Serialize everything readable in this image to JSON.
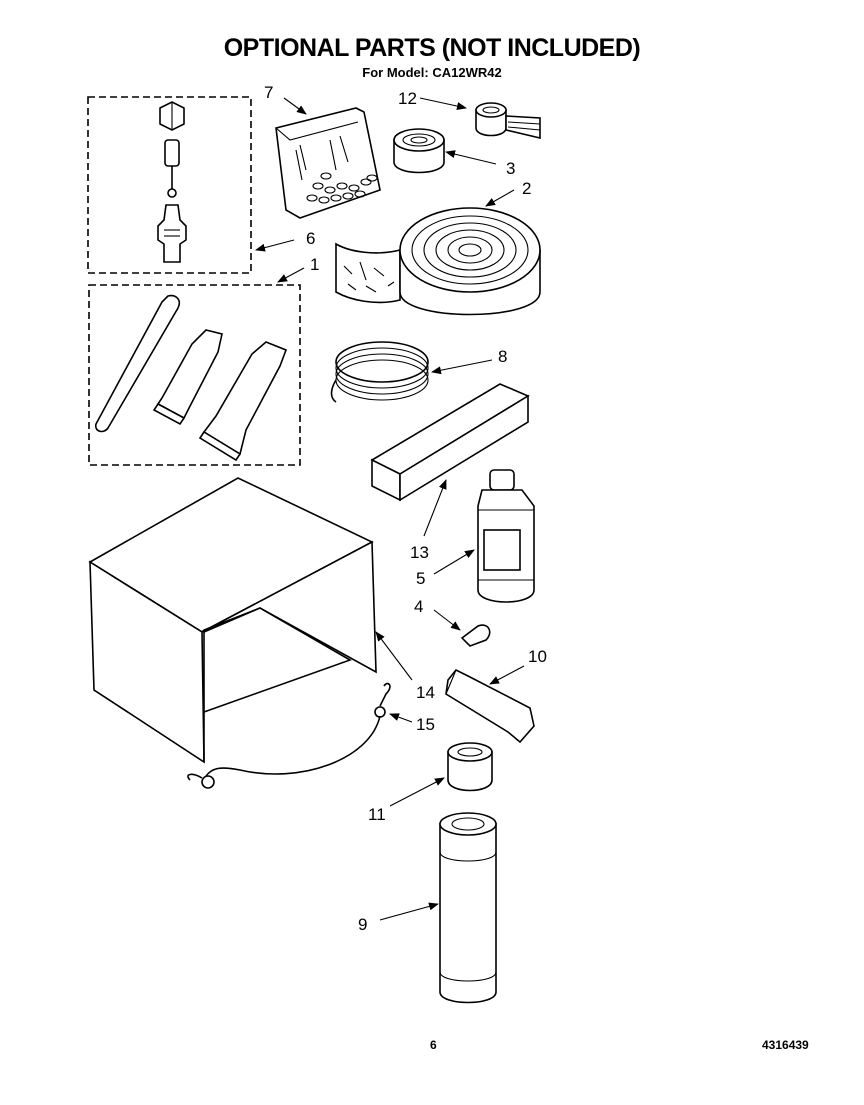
{
  "header": {
    "title": "OPTIONAL PARTS (NOT INCLUDED)",
    "subtitle": "For Model: CA12WR42"
  },
  "callouts": [
    "1",
    "2",
    "3",
    "4",
    "5",
    "6",
    "7",
    "8",
    "9",
    "10",
    "11",
    "12",
    "13",
    "14",
    "15"
  ],
  "footer": {
    "page_number": "6",
    "document_number": "4316439"
  }
}
